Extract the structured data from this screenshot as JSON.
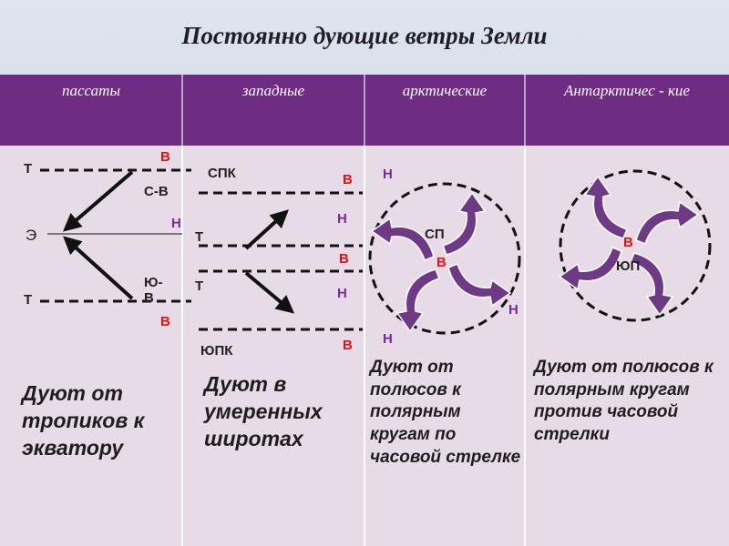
{
  "title": "Постоянно дующие ветры Земли",
  "headers": [
    "пассаты",
    "западные",
    "арктические",
    "Антарктичес - кие"
  ],
  "trade": {
    "t_top": "Т",
    "e": "Э",
    "t_bottom": "Т",
    "ne": "С-В",
    "se": "Ю-В",
    "v_top": "В",
    "v_bottom": "В",
    "n": "Н",
    "desc": "Дуют от тропиков к экватору"
  },
  "westerly": {
    "spk": "СПК",
    "t1": "Т",
    "t2": "Т",
    "yupk": "ЮПК",
    "v1": "В",
    "n1": "Н",
    "v2": "В",
    "n2": "Н",
    "v3": "В",
    "desc": "Дуют в умеренных широтах"
  },
  "arctic": {
    "sp": "СП",
    "v": "В",
    "n_top": "Н",
    "n_right": "Н",
    "n_bottom": "Н",
    "desc": "Дуют от полюсов к полярным кругам по часовой стрелке"
  },
  "antarctic": {
    "yup": "ЮП",
    "v": "В",
    "desc": "Дуют от полюсов к полярным кругам против часовой стрелки"
  },
  "colors": {
    "header": "#6e2c83",
    "body": "#e6dbe6",
    "arrow": "#6e3a86",
    "red": "#e01212"
  }
}
